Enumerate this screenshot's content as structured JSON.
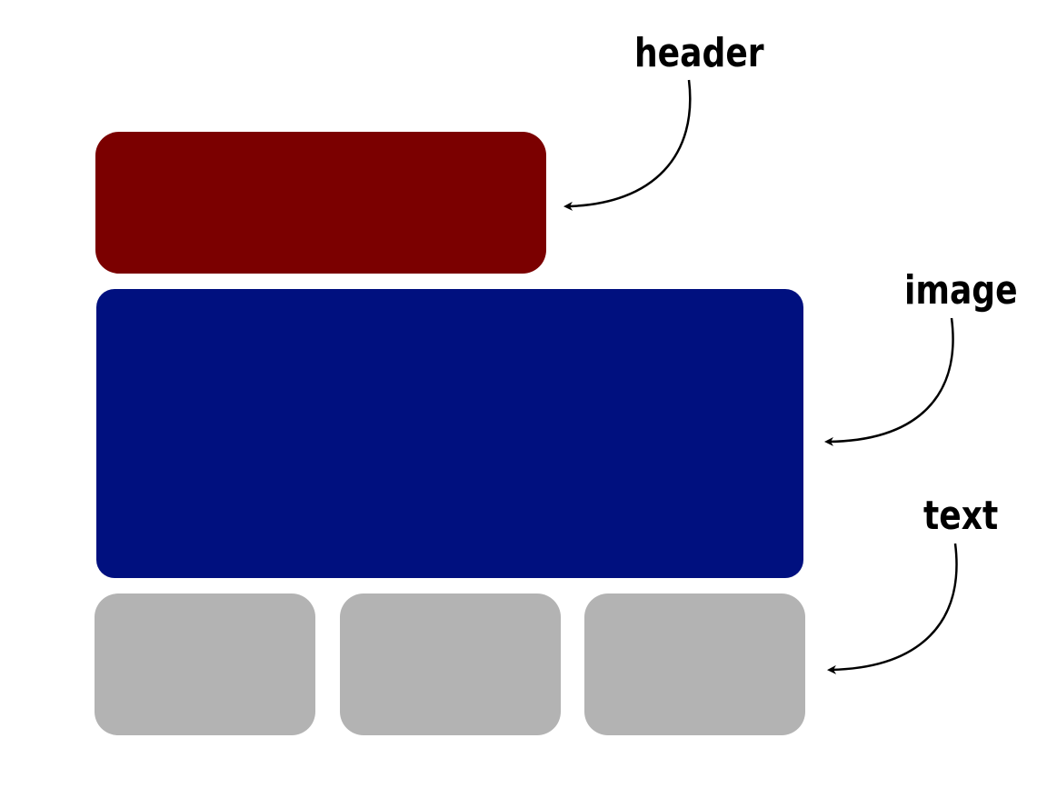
{
  "labels": {
    "header": "header",
    "image": "image",
    "text": "text"
  },
  "colors": {
    "header": "#7b0000",
    "image": "#00107f",
    "text": "#b3b3b3",
    "arrow": "#000000"
  }
}
